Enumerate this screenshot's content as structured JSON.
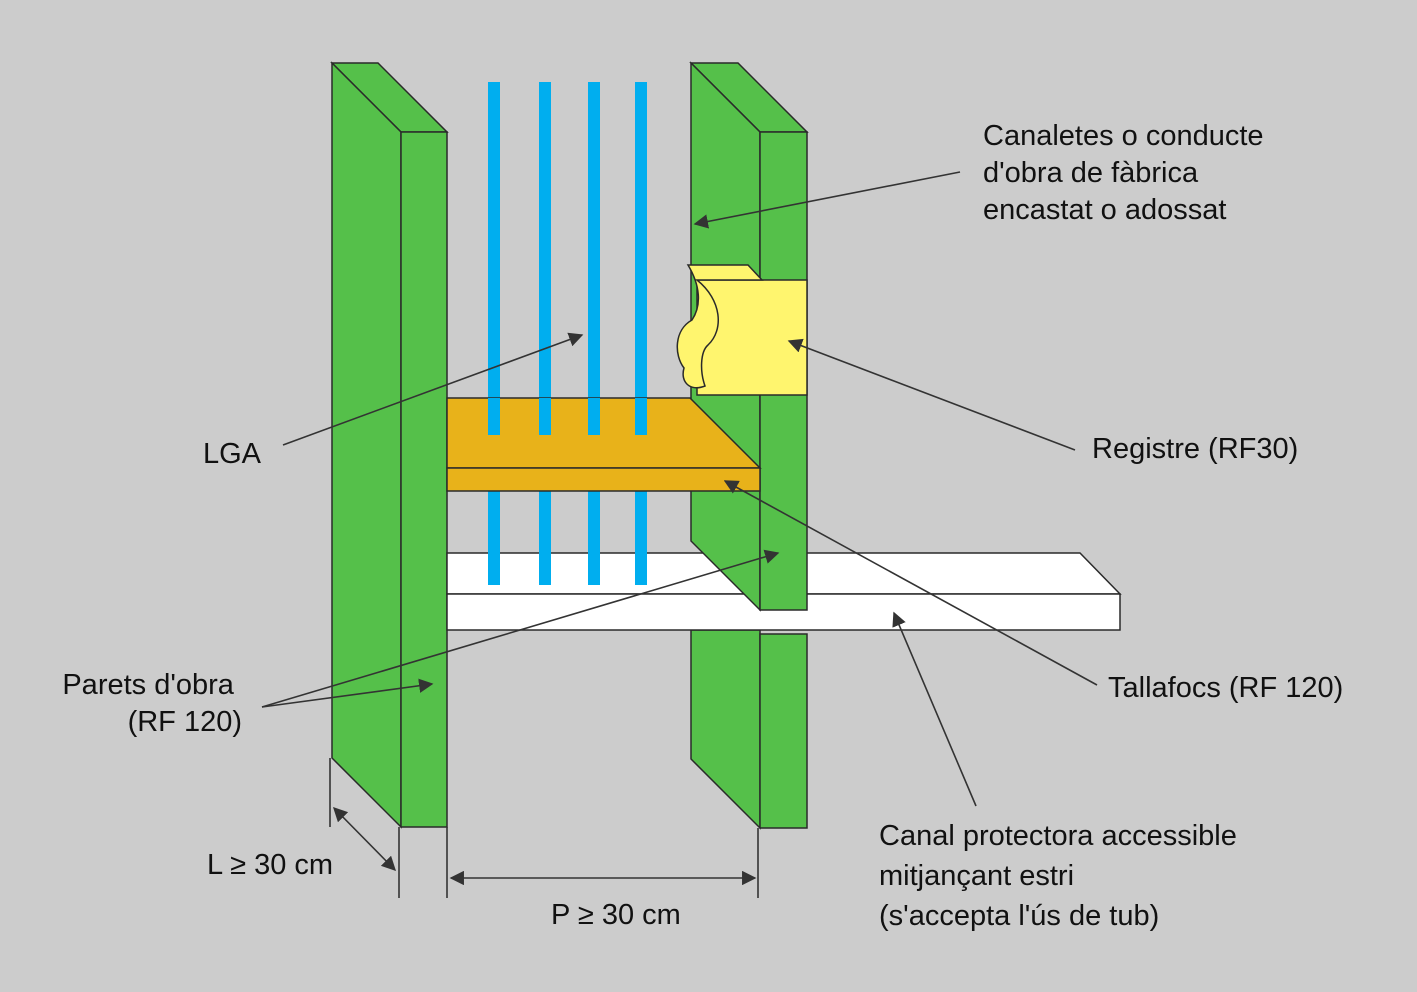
{
  "colors": {
    "background": "#cccccc",
    "wall": "#55c04a",
    "cable": "#00aeef",
    "firestop": "#e8b21a",
    "registre": "#fff56e",
    "channel": "#ffffff"
  },
  "labels": {
    "canaletes": [
      "Canaletes o conducte",
      "d'obra de fàbrica",
      "encastat o adossat"
    ],
    "lga": "LGA",
    "registre": "Registre (RF30)",
    "parets": [
      "Parets d'obra",
      "(RF 120)"
    ],
    "tallafocs": "Tallafocs (RF 120)",
    "canal": [
      "Canal protectora accessible",
      "mitjançant estri",
      "(s'accepta l'ús de tub)"
    ],
    "dim_l": "L ≥ 30 cm",
    "dim_p": "P ≥ 30 cm"
  }
}
